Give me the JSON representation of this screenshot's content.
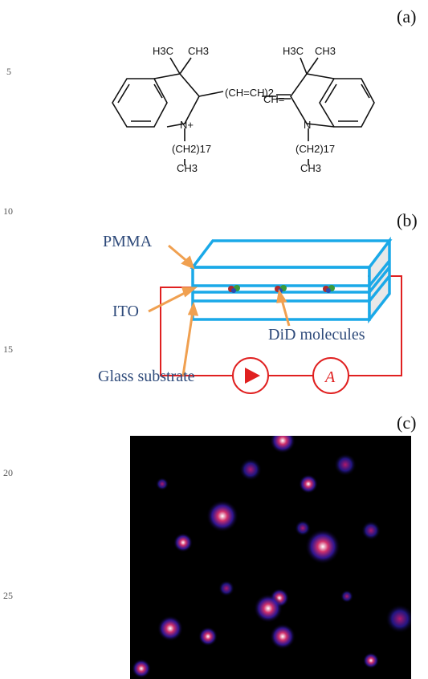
{
  "panels": {
    "a": "(a)",
    "b": "(b)",
    "c": "(c)"
  },
  "line_numbers": [
    "5",
    "10",
    "15",
    "20",
    "25"
  ],
  "chemistry": {
    "left_methyl_1": "H3C",
    "left_methyl_2": "CH3",
    "right_methyl_1": "H3C",
    "right_methyl_2": "CH3",
    "bridge": "(CH=CH)2",
    "bridge_tail": "CH=",
    "left_nitrogen": "N+",
    "right_nitrogen": "N",
    "left_chain": "(CH2)17",
    "right_chain": "(CH2)17",
    "left_end": "CH3",
    "right_end": "CH3"
  },
  "device": {
    "pmma_label": "PMMA",
    "ito_label": "ITO",
    "glass_label": "Glass substrate",
    "molecules_label": "DiD molecules",
    "ammeter_symbol": "A",
    "colors": {
      "layer": "#1aa9e8",
      "circuit": "#e02020",
      "arrow": "#f0a050",
      "text": "#2e4a7a"
    }
  },
  "fluorescence": {
    "background": "#000000",
    "colors": [
      "#1a1aa8",
      "#b01a6a",
      "#ffffff"
    ]
  }
}
